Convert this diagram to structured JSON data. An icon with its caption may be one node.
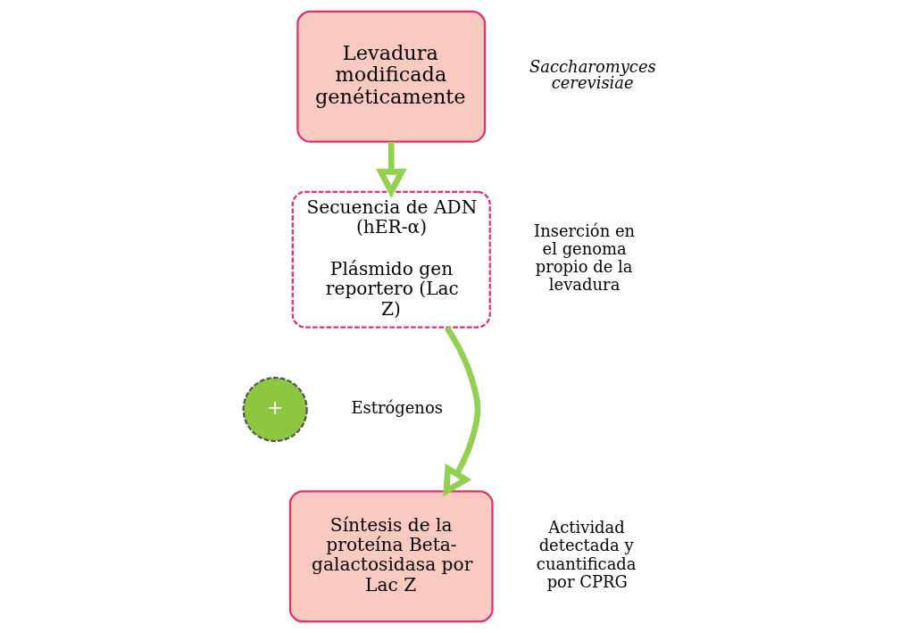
{
  "diagram": {
    "nodes": [
      {
        "text": [
          "Levadura modificada genéticamente"
        ],
        "beside": [
          "Saccharomyces cerevisiae"
        ]
      },
      {
        "text": [
          "Secuencia de ADN (hER-α)",
          "Plásmido gen reportero (Lac Z)"
        ],
        "beside": [
          "Inserción en el genoma propio de la levadura"
        ]
      },
      {
        "text": [
          "+"
        ],
        "beside": [
          "Estrógenos"
        ]
      },
      {
        "text": [
          "Síntesis de la proteína Beta-galactosidasa por Lac Z"
        ],
        "beside": [
          "Actividad detectada y cuantificada por CPRG"
        ]
      }
    ],
    "edges": [
      {
        "from": 0,
        "to": 1,
        "arrow": "to"
      },
      {
        "from": 1,
        "to": 3,
        "arrow": "to"
      }
    ]
  }
}
